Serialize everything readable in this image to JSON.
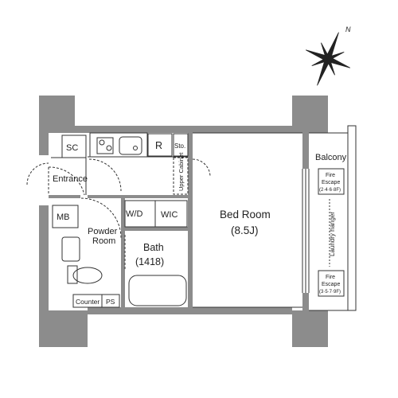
{
  "north_label": "N",
  "rooms": {
    "sc": "SC",
    "entrance": "Entrance",
    "refrigerator": "R",
    "storage": "Sto.",
    "upper_cabinet": "Upper Cabinet",
    "mb": "MB",
    "powder_room_line1": "Powder",
    "powder_room_line2": "Room",
    "wd": "W/D",
    "wic": "WIC",
    "bath": "Bath",
    "bath_size": "(1418)",
    "bedroom": "Bed Room",
    "bedroom_size": "(8.5J)",
    "counter": "Counter",
    "ps": "PS",
    "balcony": "Balcony",
    "laundry_hanger": "Laundry hanger",
    "fire_escape_top": [
      "Fire",
      "Escape",
      "(2·4·6·8F)"
    ],
    "fire_escape_bottom": [
      "Fire",
      "Escape",
      "(3·5·7·9F)"
    ]
  },
  "colors": {
    "wall": "#8c8c8c",
    "line": "#333333",
    "bg": "#ffffff"
  }
}
